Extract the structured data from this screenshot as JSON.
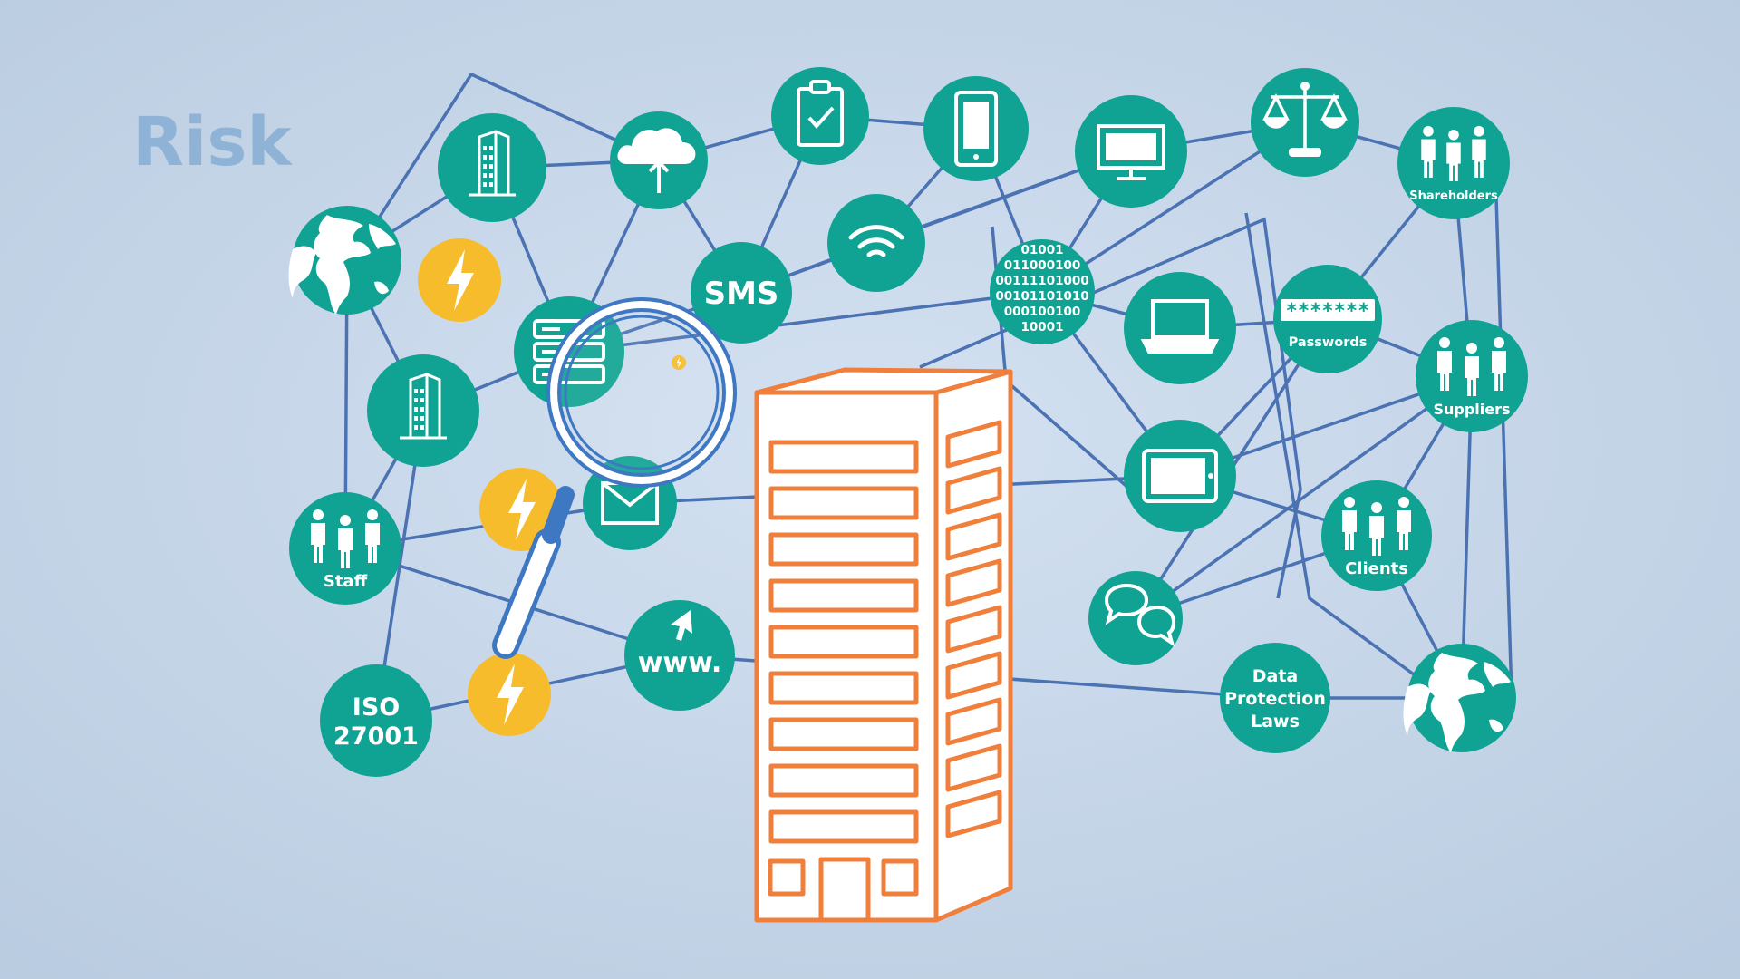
{
  "title": "Risk",
  "colors": {
    "background_center": "#d3e1f1",
    "background_edge": "#b9cbe0",
    "title": "#8fb3d6",
    "node": "#10a393",
    "edge": "#4b72b2",
    "lightning": "#f6bc2b",
    "building": "#f07f3c",
    "magnifier": "#3f78c2"
  },
  "nodes": {
    "globe_left": {
      "kind": "globe"
    },
    "building_top": {
      "kind": "building"
    },
    "cloud_upload": {
      "kind": "cloud-upload"
    },
    "clipboard": {
      "kind": "clipboard-check"
    },
    "phone": {
      "kind": "phone"
    },
    "monitor": {
      "kind": "monitor"
    },
    "scales": {
      "kind": "scales"
    },
    "shareholders": {
      "kind": "people",
      "label": "Shareholders"
    },
    "sms": {
      "kind": "text",
      "label": "SMS"
    },
    "wifi": {
      "kind": "wifi"
    },
    "binary": {
      "kind": "binary",
      "lines": [
        "01001",
        "011000100",
        "00111101000",
        "00101101010",
        "000100100",
        "10001"
      ]
    },
    "laptop": {
      "kind": "laptop"
    },
    "passwords": {
      "kind": "password",
      "stars": "*******",
      "label": "Passwords"
    },
    "suppliers": {
      "kind": "people",
      "label": "Suppliers"
    },
    "server": {
      "kind": "server"
    },
    "building_mid": {
      "kind": "building"
    },
    "tablet": {
      "kind": "tablet"
    },
    "email": {
      "kind": "email"
    },
    "staff": {
      "kind": "people",
      "label": "Staff"
    },
    "clients": {
      "kind": "people",
      "label": "Clients"
    },
    "chat": {
      "kind": "chat"
    },
    "www": {
      "kind": "www",
      "label": "www."
    },
    "iso": {
      "kind": "text2",
      "lines": [
        "ISO",
        "27001"
      ]
    },
    "data_protection": {
      "kind": "text3",
      "lines": [
        "Data",
        "Protection",
        "Laws"
      ]
    },
    "globe_right": {
      "kind": "globe"
    }
  },
  "lightning": [
    "bolt_1",
    "bolt_2",
    "bolt_3",
    "bolt_small"
  ],
  "edges": [
    [
      "globe_left",
      "building_top"
    ],
    [
      "globe_left",
      "building_mid"
    ],
    [
      "globe_left",
      "staff"
    ],
    [
      "building_top",
      "cloud_upload"
    ],
    [
      "building_top",
      "server"
    ],
    [
      "cloud_upload",
      "clipboard"
    ],
    [
      "cloud_upload",
      "server"
    ],
    [
      "cloud_upload",
      "sms"
    ],
    [
      "clipboard",
      "phone"
    ],
    [
      "clipboard",
      "sms"
    ],
    [
      "phone",
      "wifi"
    ],
    [
      "phone",
      "binary"
    ],
    [
      "sms",
      "wifi"
    ],
    [
      "sms",
      "monitor"
    ],
    [
      "wifi",
      "monitor"
    ],
    [
      "monitor",
      "scales"
    ],
    [
      "monitor",
      "binary"
    ],
    [
      "scales",
      "shareholders"
    ],
    [
      "scales",
      "binary"
    ],
    [
      "shareholders",
      "passwords"
    ],
    [
      "shareholders",
      "suppliers"
    ],
    [
      "binary",
      "laptop"
    ],
    [
      "binary",
      "tablet"
    ],
    [
      "laptop",
      "passwords"
    ],
    [
      "passwords",
      "tablet"
    ],
    [
      "passwords",
      "chat"
    ],
    [
      "passwords",
      "suppliers"
    ],
    [
      "server",
      "building_mid"
    ],
    [
      "server",
      "sms"
    ],
    [
      "server",
      "binary"
    ],
    [
      "building_mid",
      "staff"
    ],
    [
      "building_mid",
      "iso"
    ],
    [
      "staff",
      "email"
    ],
    [
      "staff",
      "www"
    ],
    [
      "iso",
      "www"
    ],
    [
      "email",
      "tablet"
    ],
    [
      "tablet",
      "suppliers"
    ],
    [
      "tablet",
      "clients"
    ],
    [
      "suppliers",
      "clients"
    ],
    [
      "clients",
      "globe_right"
    ],
    [
      "clients",
      "chat"
    ],
    [
      "chat",
      "suppliers"
    ],
    [
      "data_protection",
      "globe_right"
    ],
    [
      "www",
      "data_protection"
    ],
    [
      "suppliers",
      "globe_right"
    ]
  ]
}
